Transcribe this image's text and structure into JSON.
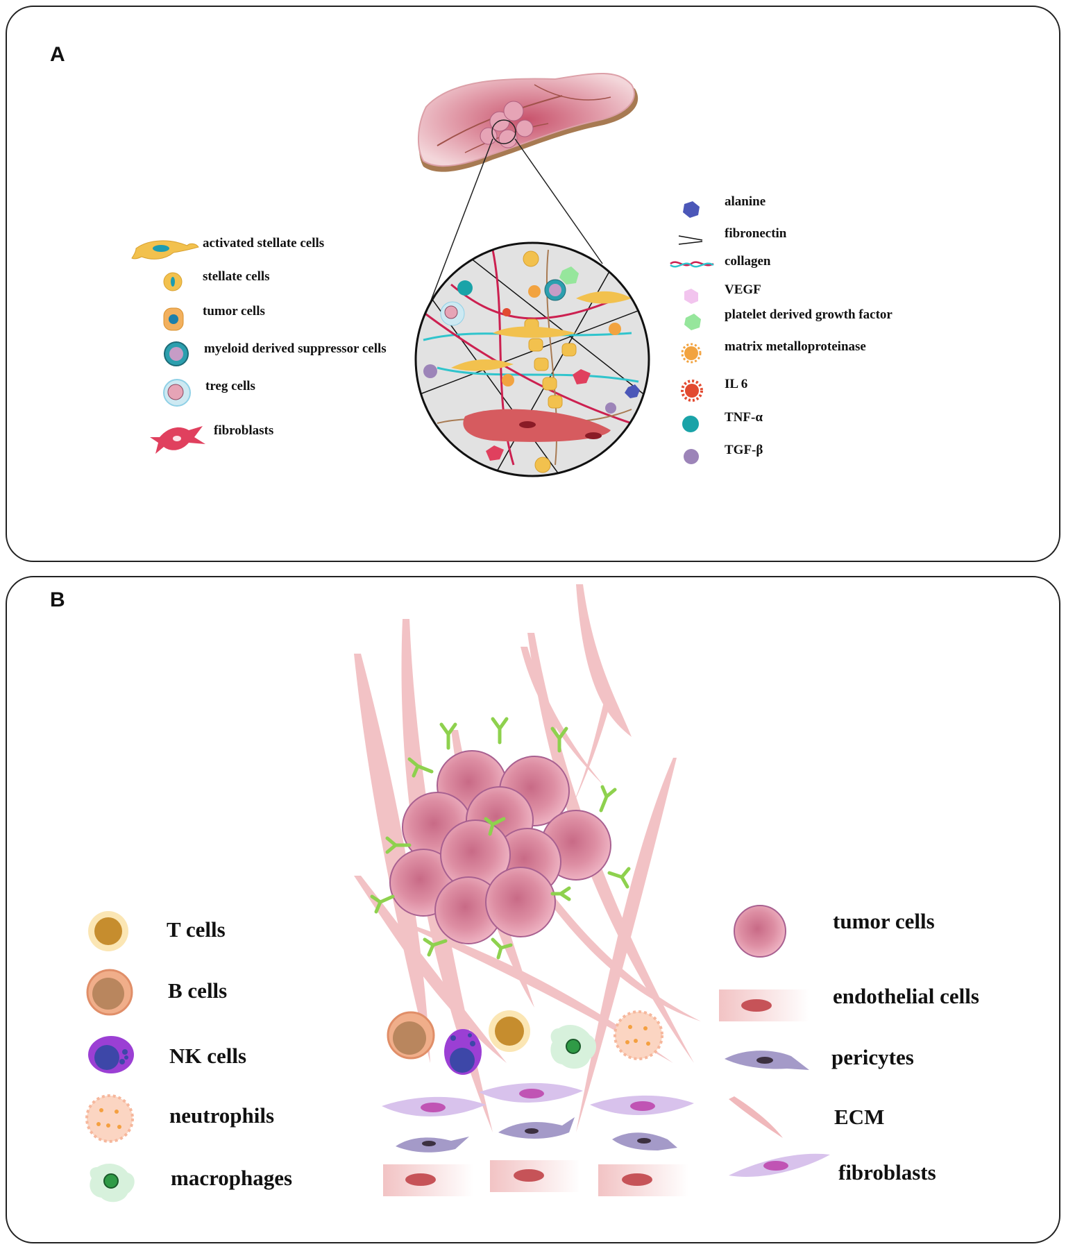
{
  "panel_a": {
    "label": "A",
    "legend_left": [
      {
        "label": "activated stellate cells",
        "icon": "activated-stellate-cell-icon"
      },
      {
        "label": "stellate cells",
        "icon": "stellate-cell-icon"
      },
      {
        "label": "tumor cells",
        "icon": "tumor-cell-icon"
      },
      {
        "label": "myeloid derived suppressor cells",
        "icon": "mdsc-icon"
      },
      {
        "label": "treg cells",
        "icon": "treg-cell-icon"
      },
      {
        "label": "fibroblasts",
        "icon": "fibroblast-icon"
      }
    ],
    "legend_right": [
      {
        "label": "alanine",
        "icon": "alanine-icon"
      },
      {
        "label": "fibronectin",
        "icon": "fibronectin-icon"
      },
      {
        "label": "collagen",
        "icon": "collagen-icon"
      },
      {
        "label": "VEGF",
        "icon": "vegf-icon"
      },
      {
        "label": "platelet derived growth factor",
        "icon": "pdgf-icon"
      },
      {
        "label": "matrix metalloproteinase",
        "icon": "mmp-icon"
      },
      {
        "label": "IL 6",
        "icon": "il6-icon"
      },
      {
        "label": "TNF-α",
        "icon": "tnf-alpha-icon"
      },
      {
        "label": "TGF-β",
        "icon": "tgf-beta-icon"
      }
    ]
  },
  "panel_b": {
    "label": "B",
    "legend_left": [
      {
        "label": "T cells",
        "icon": "t-cell-icon"
      },
      {
        "label": "B cells",
        "icon": "b-cell-icon"
      },
      {
        "label": "NK cells",
        "icon": "nk-cell-icon"
      },
      {
        "label": "neutrophils",
        "icon": "neutrophil-icon"
      },
      {
        "label": "macrophages",
        "icon": "macrophage-icon"
      }
    ],
    "legend_right": [
      {
        "label": "tumor cells",
        "icon": "tumor-cell-icon"
      },
      {
        "label": "endothelial cells",
        "icon": "endothelial-cell-icon"
      },
      {
        "label": "pericytes",
        "icon": "pericyte-icon"
      },
      {
        "label": "ECM",
        "icon": "ecm-icon"
      },
      {
        "label": "fibroblasts",
        "icon": "fibroblast-icon"
      }
    ]
  },
  "colors": {
    "tumor_pink": "#d9899a",
    "stellate_yellow": "#f2c14e",
    "fibroblast_red": "#e0405e",
    "tnf_teal": "#1aa3a8",
    "tgf_purple": "#9c84b8",
    "alanine_blue": "#4b57b8",
    "ecm_pink": "#f0b8bb",
    "pericyte_purple": "#8a7fb0"
  }
}
